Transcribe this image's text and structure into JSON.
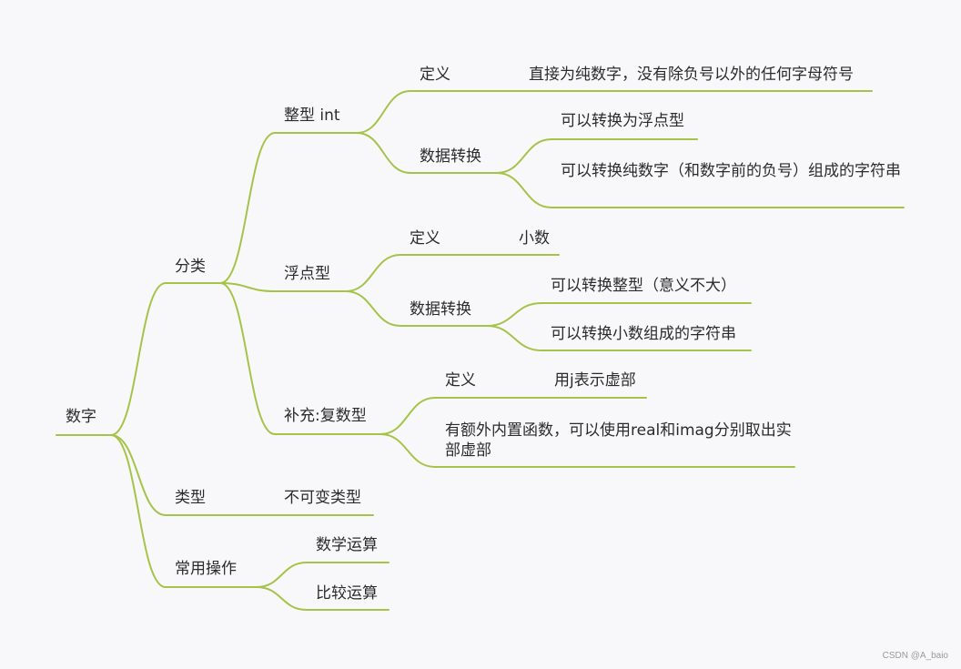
{
  "colors": {
    "branch": "#a4c449",
    "background": "#f8f8fa",
    "text": "#2b2b2b"
  },
  "root": "数字",
  "category": {
    "label": "分类",
    "int": {
      "label": "整型 int",
      "definition": {
        "label": "定义",
        "value": "直接为纯数字，没有除负号以外的任何字母符号"
      },
      "conversion": {
        "label": "数据转换",
        "items": [
          "可以转换为浮点型",
          "可以转换纯数字（和数字前的负号）组成的字符串"
        ]
      }
    },
    "float": {
      "label": "浮点型",
      "definition": {
        "label": "定义",
        "value": "小数"
      },
      "conversion": {
        "label": "数据转换",
        "items": [
          "可以转换整型（意义不大）",
          "可以转换小数组成的字符串"
        ]
      }
    },
    "complex": {
      "label": "补充:复数型",
      "definition": {
        "label": "定义",
        "value": "用j表示虚部"
      },
      "note": "有额外内置函数，可以使用real和imag分别取出实部虚部"
    }
  },
  "type": {
    "label": "类型",
    "value": "不可变类型"
  },
  "ops": {
    "label": "常用操作",
    "items": [
      "数学运算",
      "比较运算"
    ]
  },
  "watermark": "CSDN @A_baio"
}
